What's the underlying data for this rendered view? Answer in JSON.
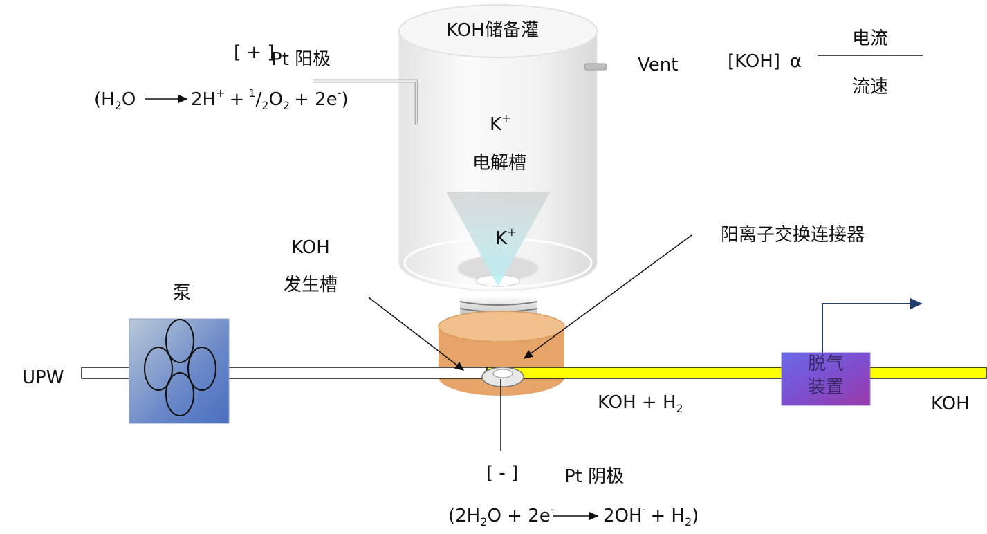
{
  "colors": {
    "upw_pipe": "#ffffff",
    "koh_pipe": "#ffff00",
    "pump_box": "#5b7fc4",
    "generator": "#e2a066",
    "degasser": "#7b4fd6",
    "tank_body": "#f4f4f4",
    "ion_beam": "#bfeff4"
  },
  "labels": {
    "tank": "KOH储备灌",
    "anode_bracket": "[ + ]",
    "anode": "Pt 阳极",
    "anode_reaction": {
      "open": "(H",
      "sub1": "2",
      "o": "O",
      "product1": "2H",
      "sup_plus": "+",
      "plus1": "+",
      "sup_one": "1",
      "slash": "/",
      "sub2": "2",
      "o2": "O",
      "sub3": "2",
      "plus2": "+ 2e",
      "sup_minus": "-",
      "close": ")"
    },
    "vent": "Vent",
    "k_top": "K",
    "k_top_sup": "+",
    "cell": "电解槽",
    "k_beam": "K",
    "k_beam_sup": "+",
    "formula_koh": "[KOH]",
    "formula_alpha": "α",
    "formula_num": "电流",
    "formula_den": "流速",
    "ion_connector": "阳离子交换连接器",
    "gen_line1": "KOH",
    "gen_line2": "发生槽",
    "pump": "泵",
    "upw": "UPW",
    "koh_h2": "KOH + H",
    "koh_h2_sub": "2",
    "degasser_line1": "脱气",
    "degasser_line2": "装置",
    "koh_out": "KOH",
    "cathode_bracket": "[ - ]",
    "cathode": "Pt 阴极",
    "cathode_reaction": {
      "open": "(2H",
      "sub1": "2",
      "o": "O + 2e",
      "sup_minus1": "-",
      "product": "2OH",
      "sup_minus2": "-",
      "plus": "+ H",
      "sub2": "2",
      "close": ")"
    }
  }
}
